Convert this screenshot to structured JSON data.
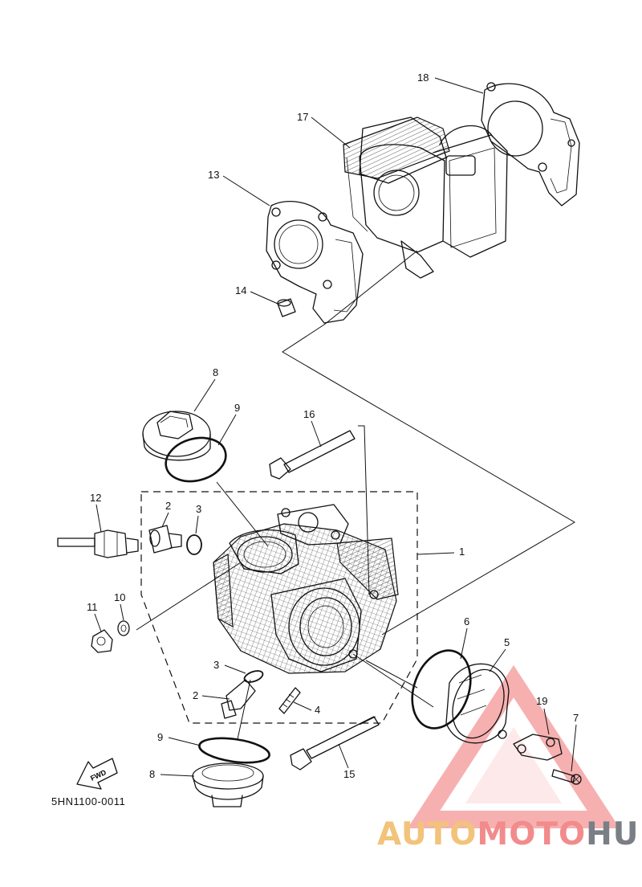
{
  "diagram": {
    "code": "5HN1100-0011",
    "fwd_label": "FWD",
    "callouts": {
      "c1": "1",
      "c2a": "2",
      "c2b": "2",
      "c3a": "3",
      "c3b": "3",
      "c4": "4",
      "c5": "5",
      "c6": "6",
      "c7": "7",
      "c8a": "8",
      "c8b": "8",
      "c9a": "9",
      "c9b": "9",
      "c10": "10",
      "c11": "11",
      "c12": "12",
      "c13": "13",
      "c14": "14",
      "c15": "15",
      "c16": "16",
      "c17": "17",
      "c18": "18",
      "c19": "19"
    }
  },
  "watermark": {
    "part1": "AUTO",
    "part2": "MOTO",
    "part3": "HUB",
    "colors": {
      "auto": "#f2c37a",
      "moto": "#f28b8b",
      "hub": "#7a7f86"
    }
  }
}
